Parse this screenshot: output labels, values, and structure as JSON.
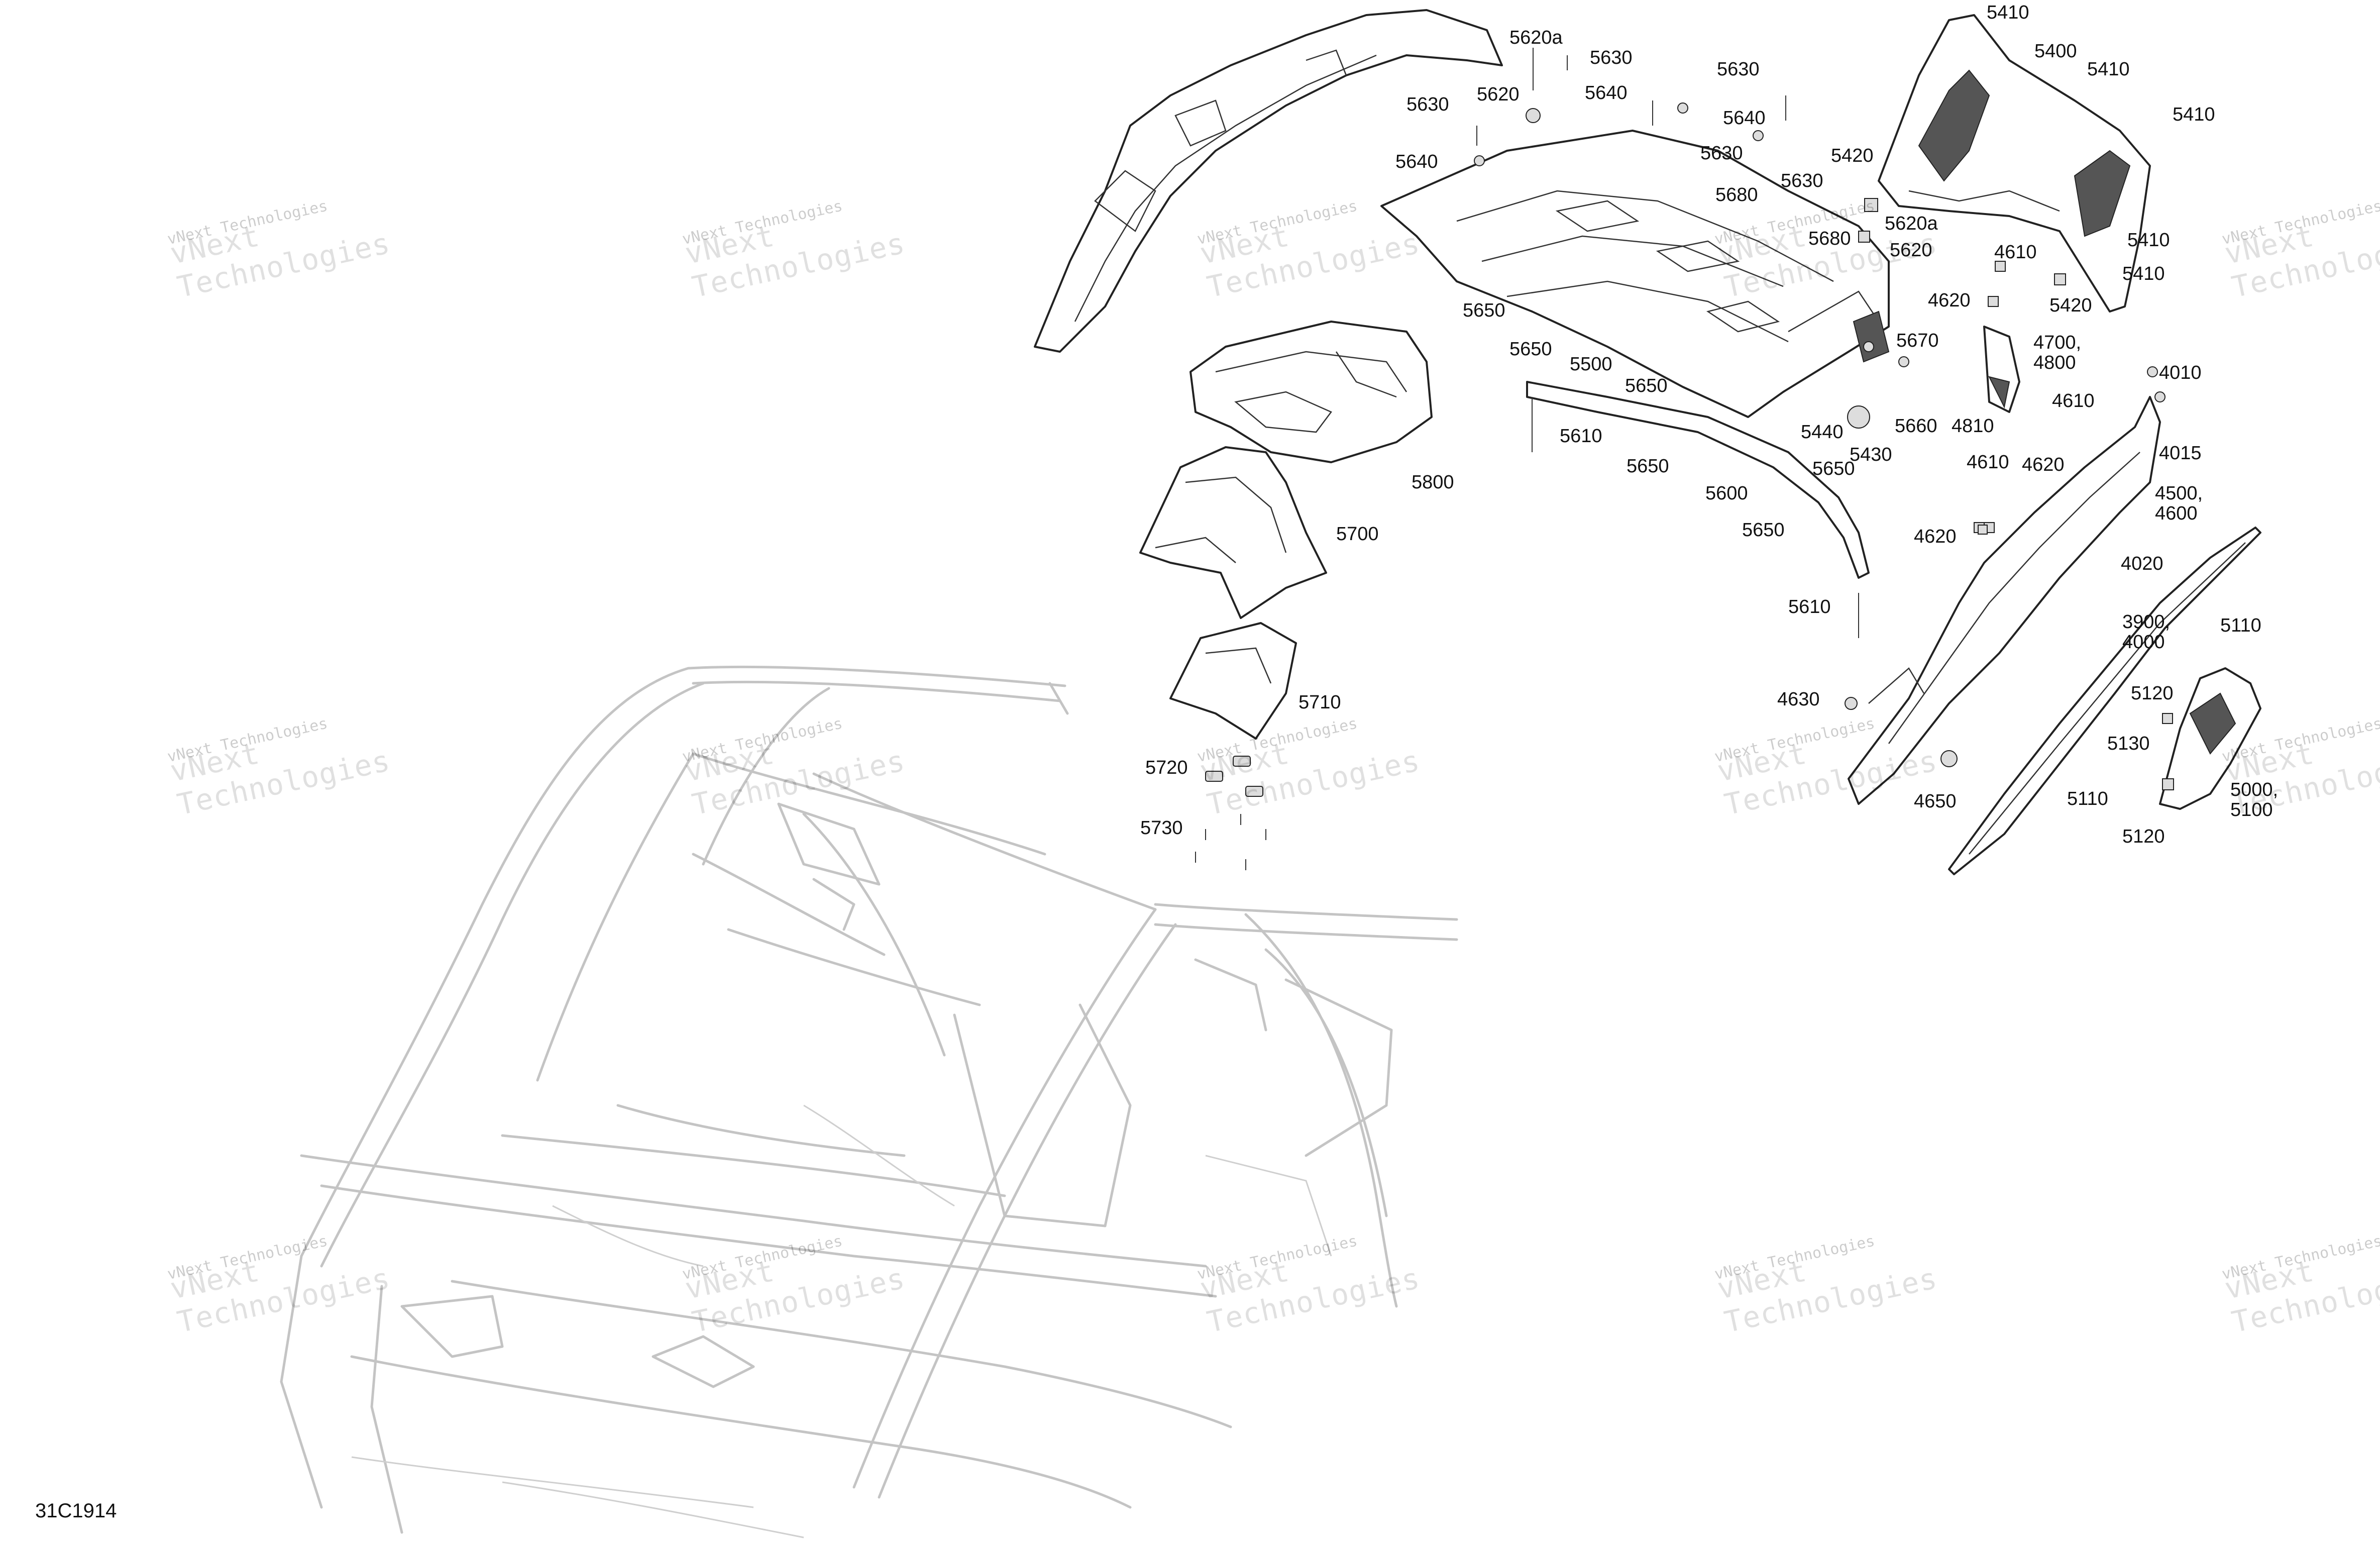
{
  "document_code": "31C1914",
  "watermark": {
    "line1": "vNext Technologies",
    "line2": "vNext Technologies"
  },
  "callouts": [
    "5410",
    "5400",
    "5410",
    "5410",
    "5410",
    "5410",
    "5420",
    "5420",
    "5620a",
    "5630",
    "5620",
    "5640",
    "5630",
    "5640",
    "5630",
    "5640",
    "5630",
    "5680",
    "5630",
    "5680",
    "5620a",
    "5620",
    "5650",
    "5650",
    "5500",
    "5670",
    "5660",
    "5440",
    "5430",
    "5650",
    "5610",
    "5650",
    "5600",
    "5650",
    "5650",
    "5800",
    "5700",
    "5710",
    "5720",
    "5730",
    "4610",
    "4620",
    "4700,\n4800",
    "4810",
    "4010",
    "4015",
    "4610",
    "4610",
    "4620",
    "4620",
    "4500,\n4600",
    "4020",
    "5610",
    "3900,\n4000",
    "5110",
    "4630",
    "5120",
    "5130",
    "5000,\n5100",
    "4650",
    "5110",
    "5120"
  ]
}
